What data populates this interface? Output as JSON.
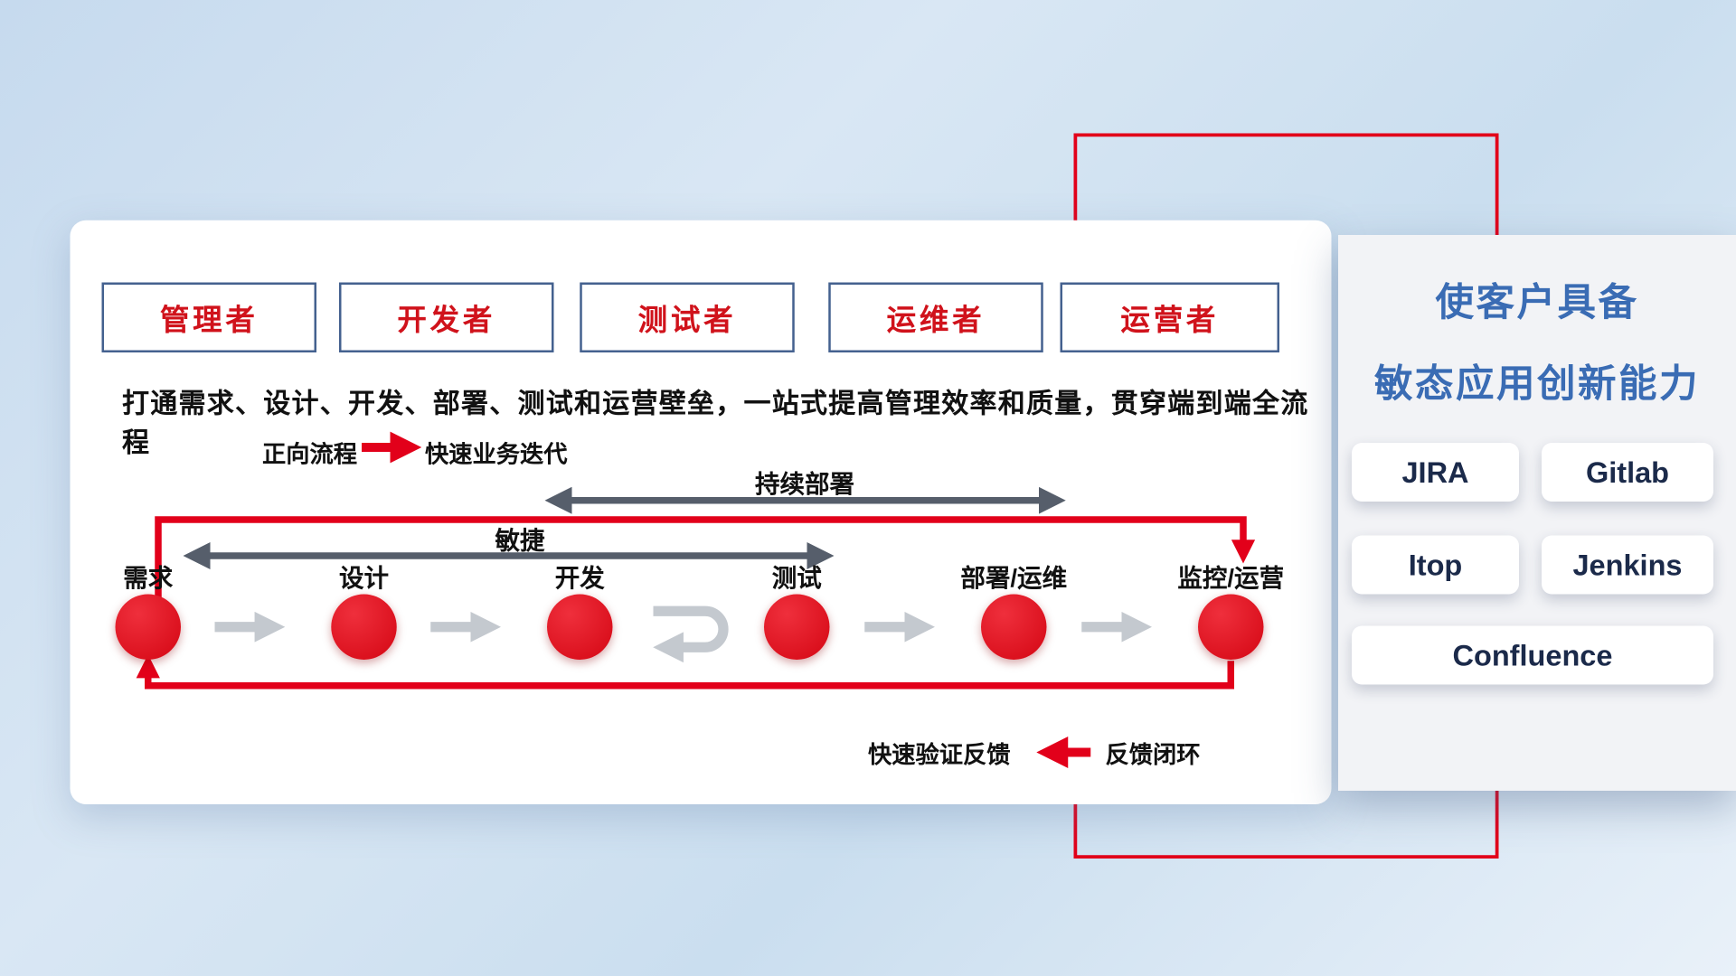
{
  "colors": {
    "red": "#e2001a",
    "blue_title": "#3a6cb4",
    "navy": "#1b2a4a",
    "box_border": "#44618f",
    "gray_arrow": "#c4c9cf",
    "dark_arrow": "#565e6b"
  },
  "roles": [
    {
      "label": "管理者"
    },
    {
      "label": "开发者"
    },
    {
      "label": "测试者"
    },
    {
      "label": "运维者"
    },
    {
      "label": "运营者"
    }
  ],
  "description": "打通需求、设计、开发、部署、测试和运营壁垒，一站式提高管理效率和质量，贯穿端到端全流程",
  "legend": {
    "forward_label": "正向流程",
    "forward_value": "快速业务迭代",
    "feedback_value": "快速验证反馈",
    "feedback_label": "反馈闭环"
  },
  "flow": {
    "agile_label": "敏捷",
    "deploy_label": "持续部署",
    "stages": [
      {
        "label": "需求"
      },
      {
        "label": "设计"
      },
      {
        "label": "开发"
      },
      {
        "label": "测试"
      },
      {
        "label": "部署/运维"
      },
      {
        "label": "监控/运营"
      }
    ]
  },
  "panel": {
    "title_line1": "使客户具备",
    "title_line2": "敏态应用创新能力",
    "tools": [
      {
        "name": "JIRA"
      },
      {
        "name": "Gitlab"
      },
      {
        "name": "Itop"
      },
      {
        "name": "Jenkins"
      },
      {
        "name": "Confluence"
      }
    ]
  }
}
